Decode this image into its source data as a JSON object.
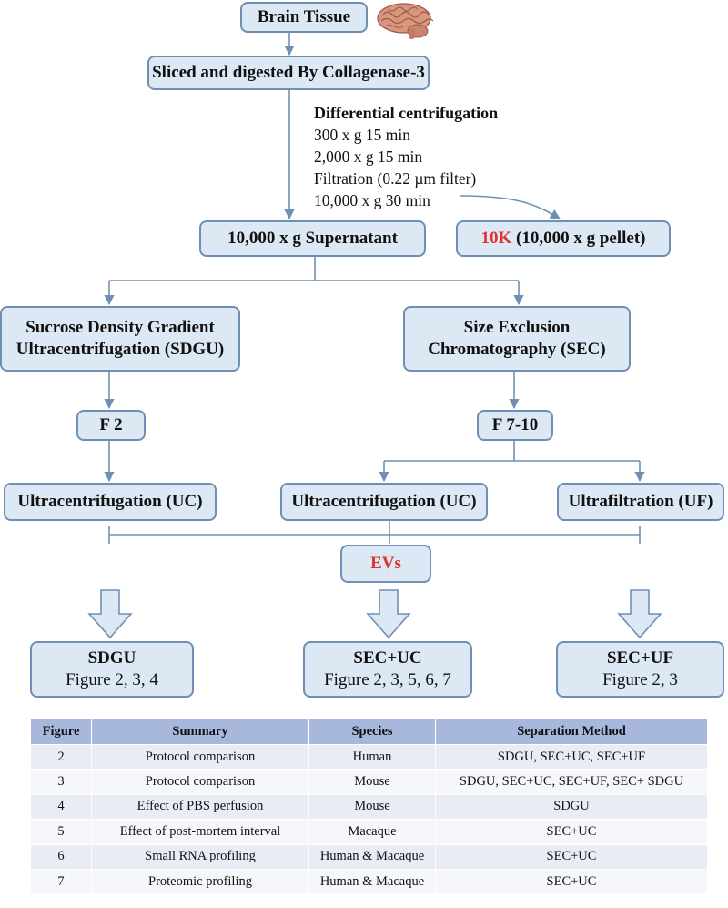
{
  "flow": {
    "brain_tissue": "Brain Tissue",
    "sliced": "Sliced and digested By Collagenase-3",
    "diff_cent": {
      "heading": "Differential centrifugation",
      "steps": [
        "300 x g 15 min",
        "2,000 x g 15 min",
        "Filtration (0.22 µm filter)",
        "10,000 x g 30 min"
      ]
    },
    "supernatant": "10,000 x g Supernatant",
    "pellet": {
      "highlight": "10K",
      "rest": " (10,000 x g pellet)"
    },
    "sdgu": {
      "line1": "Sucrose Density Gradient",
      "line2": "Ultracentrifugation (SDGU)"
    },
    "sec": {
      "line1": "Size Exclusion",
      "line2": "Chromatography (SEC)"
    },
    "f2": "F 2",
    "f7_10": "F 7-10",
    "uc_left": "Ultracentrifugation (UC)",
    "uc_mid": "Ultracentrifugation (UC)",
    "uf": "Ultrafiltration (UF)",
    "evs": "EVs",
    "out_sdgu": {
      "title": "SDGU",
      "figs": "Figure 2, 3, 4"
    },
    "out_secuc": {
      "title": "SEC+UC",
      "figs": "Figure 2, 3, 5, 6, 7"
    },
    "out_secuf": {
      "title": "SEC+UF",
      "figs": "Figure 2, 3"
    }
  },
  "table": {
    "headers": [
      "Figure",
      "Summary",
      "Species",
      "Separation Method"
    ],
    "rows": [
      [
        "2",
        "Protocol comparison",
        "Human",
        "SDGU, SEC+UC, SEC+UF"
      ],
      [
        "3",
        "Protocol comparison",
        "Mouse",
        "SDGU, SEC+UC, SEC+UF, SEC+ SDGU"
      ],
      [
        "4",
        "Effect of PBS perfusion",
        "Mouse",
        "SDGU"
      ],
      [
        "5",
        "Effect of post-mortem interval",
        "Macaque",
        "SEC+UC"
      ],
      [
        "6",
        "Small RNA profiling",
        "Human & Macaque",
        "SEC+UC"
      ],
      [
        "7",
        "Proteomic profiling",
        "Human & Macaque",
        "SEC+UC"
      ]
    ]
  },
  "colors": {
    "box_fill": "#dde8f5",
    "box_border": "#6f8fb4",
    "accent_red": "#e0322b",
    "table_header": "#a8b7dc"
  },
  "icons": [
    "brain-icon"
  ]
}
